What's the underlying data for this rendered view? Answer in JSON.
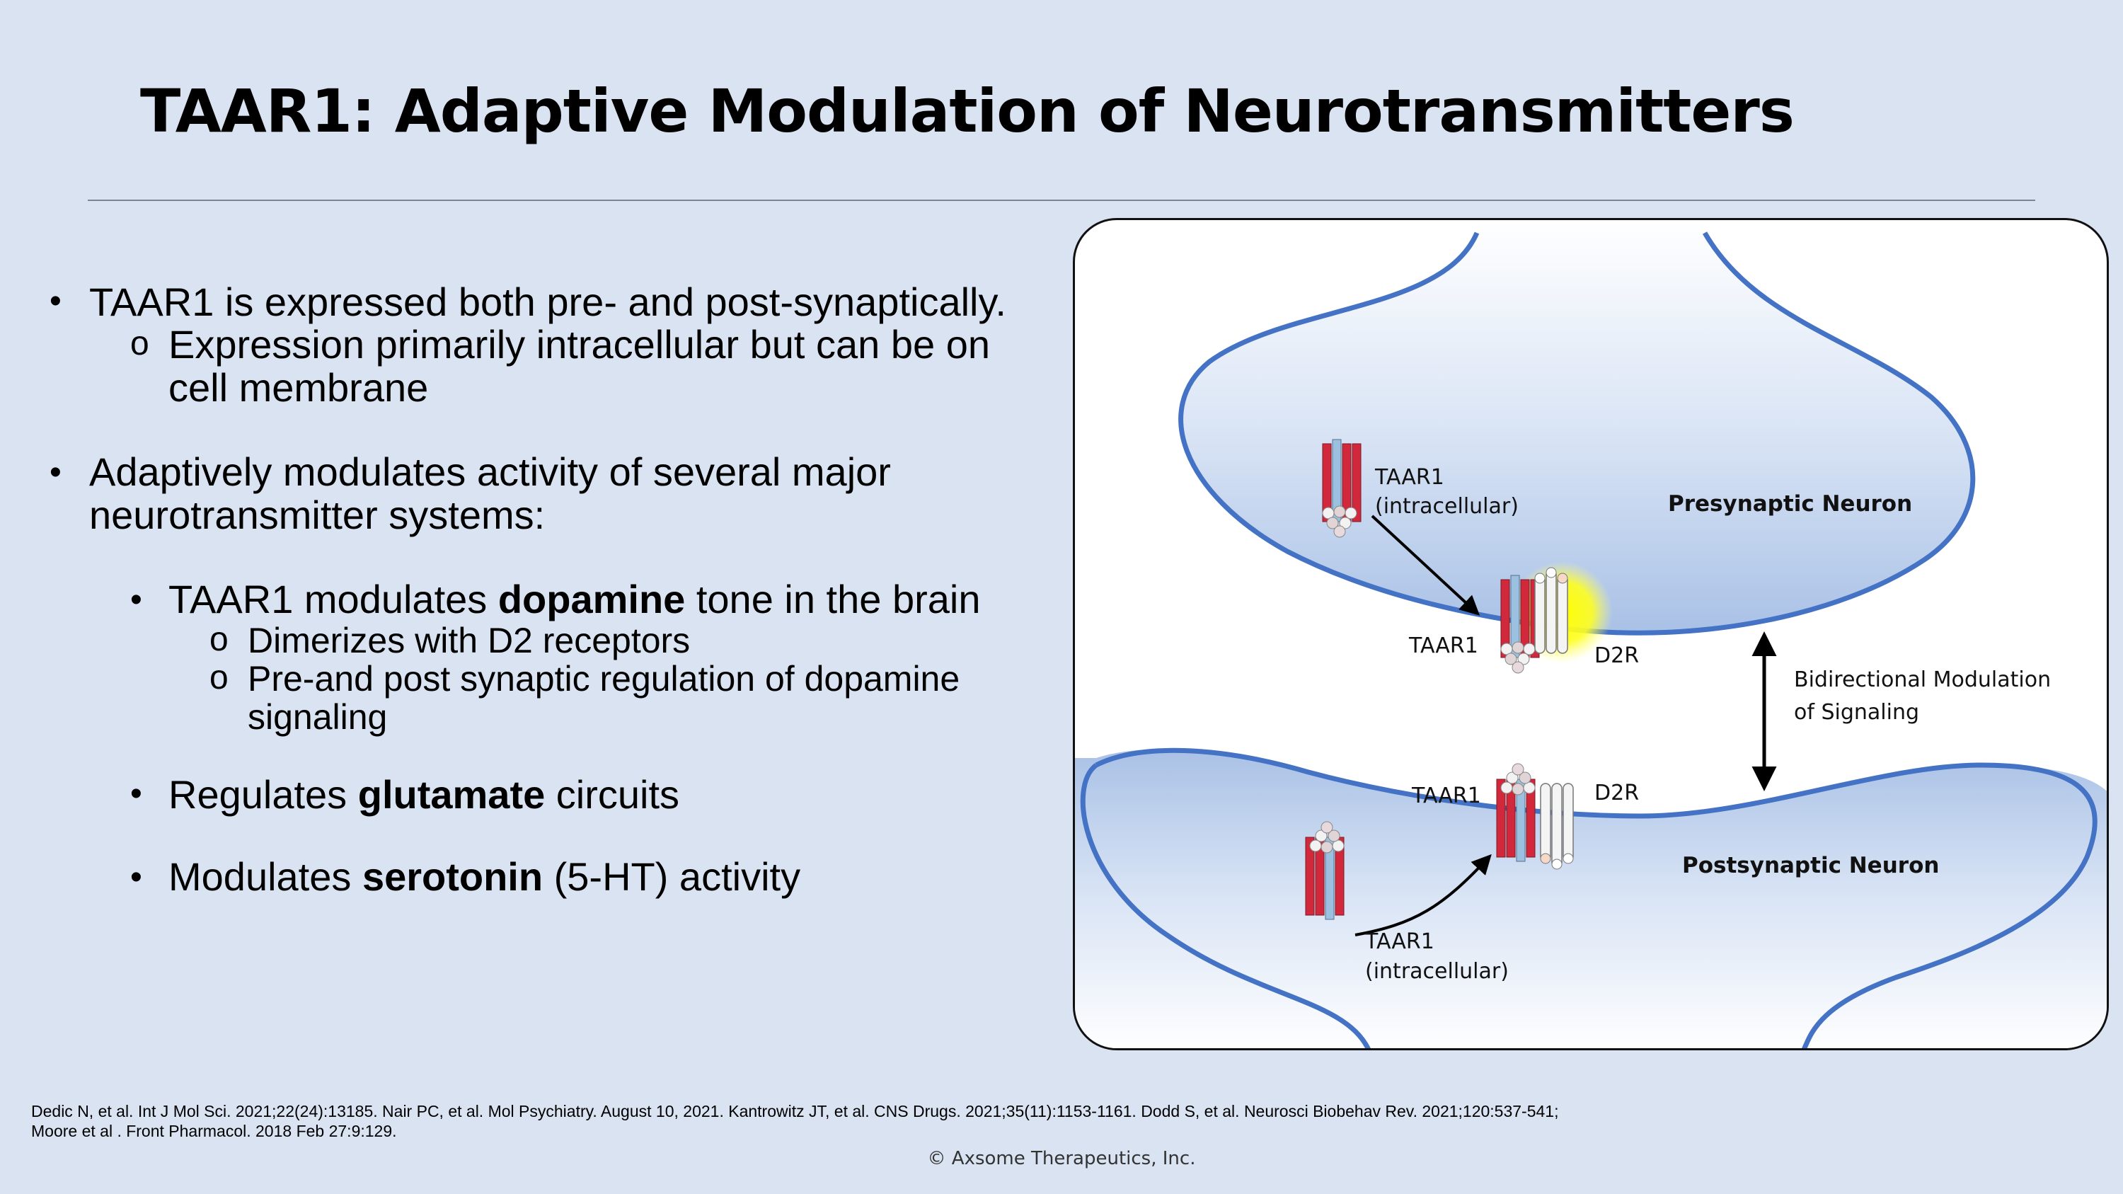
{
  "title": "TAAR1: Adaptive Modulation of Neurotransmitters",
  "bullets": {
    "b1": "TAAR1 is expressed both pre- and post-synaptically.",
    "b1_sub_line1": "Expression primarily intracellular but can be on",
    "b1_sub_line2": "cell membrane",
    "b2_line1": "Adaptively modulates activity of several major",
    "b2_line2": "neurotransmitter systems:",
    "dopamine": {
      "pre": "TAAR1 modulates ",
      "bold": "dopamine",
      "post": " tone in the brain",
      "sub1": "Dimerizes with D2 receptors",
      "sub2_line1": "Pre-and post synaptic regulation of dopamine",
      "sub2_line2": "signaling"
    },
    "glutamate": {
      "pre": "Regulates ",
      "bold": "glutamate",
      "post": " circuits"
    },
    "serotonin": {
      "pre": "Modulates ",
      "bold": "serotonin",
      "post": " (5-HT) activity"
    },
    "marker_bullet": "•",
    "marker_circle": "o"
  },
  "diagram": {
    "taar1_intracellular_pre": "TAAR1",
    "taar1_intracellular_pre_sub": "(intracellular)",
    "presynaptic_label": "Presynaptic Neuron",
    "taar1_pre_membrane": "TAAR1",
    "d2r_pre": "D2R",
    "bidirectional_line1": "Bidirectional Modulation",
    "bidirectional_line2": "of Signaling",
    "taar1_post_membrane": "TAAR1",
    "d2r_post": "D2R",
    "postsynaptic_label": "Postsynaptic Neuron",
    "taar1_intracellular_post": "TAAR1",
    "taar1_intracellular_post_sub": "(intracellular)",
    "colors": {
      "membrane": "#4472c4",
      "taar1_red": "#d1293b",
      "taar1_blue": "#9cc0e0",
      "d2r": "#f2f2f2",
      "glow": "#ffff00"
    }
  },
  "references_line1": "Dedic N, et al. Int J Mol Sci. 2021;22(24):13185. Nair PC, et al. Mol Psychiatry. August 10, 2021. Kantrowitz JT, et al. CNS Drugs. 2021;35(11):1153-1161.  Dodd S, et al. Neurosci Biobehav Rev. 2021;120:537-541;",
  "references_line2": "Moore et al . Front Pharmacol. 2018 Feb 27:9:129.",
  "copyright": "© Axsome Therapeutics, Inc."
}
